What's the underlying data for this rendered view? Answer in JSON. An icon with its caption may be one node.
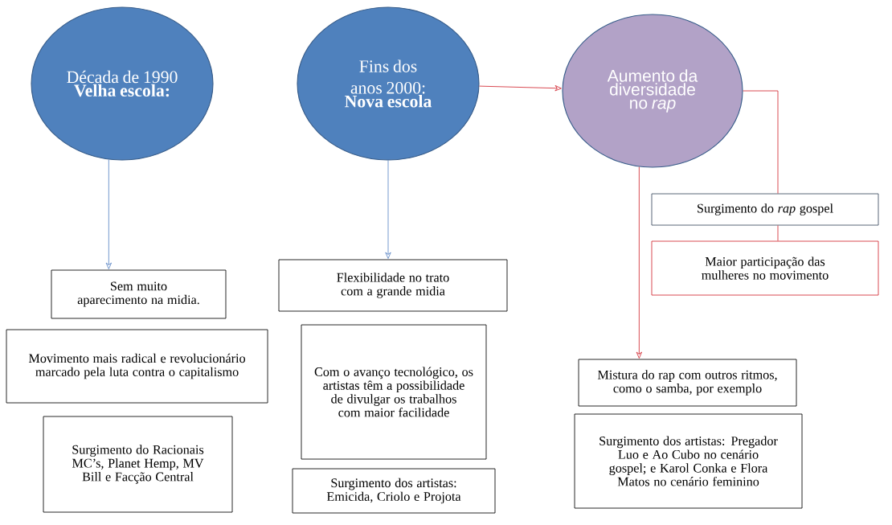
{
  "diagram": {
    "nodes": [
      {
        "text": [
          "Década de 1990",
          "Velha escola:"
        ]
      },
      {
        "text": [
          "Fins dos anos 2000:",
          "Nova escola"
        ]
      },
      {
        "text": [
          "Aumento da diversidade no *rap*"
        ]
      },
      {
        "text": [
          "Sem muito aparecimento na midia."
        ]
      },
      {
        "text": [
          "Movimento mais radical e revolucionário marcado pela luta contra o capitalismo"
        ]
      },
      {
        "text": [
          "Surgimento do Racionais MC’s, Planet Hemp, MV Bill e Facção Central"
        ]
      },
      {
        "text": [
          "Flexibilidade no trato com a grande midia"
        ]
      },
      {
        "text": [
          "Com o avanço tecnológico, os artistas têm a possibilidade de divulgar os trabalhos com maior facilidade"
        ]
      },
      {
        "text": [
          "Surgimento dos artistas: Emicida, Criolo e Projota"
        ]
      },
      {
        "text": [
          "Surgimento do *rap* gospel"
        ]
      },
      {
        "text": [
          "Maior participação das mulheres no movimento"
        ]
      },
      {
        "text": [
          "Mistura do rap com outros ritmos, como o samba, por exemplo"
        ]
      },
      {
        "text": [
          "Surgimento dos artistas: Pregador Luo e Ao Cubo no cenário gospel; e Karol Conka e Flora Matos no cenário feminino"
        ]
      }
    ],
    "edges": [
      {
        "from": 0,
        "to": 3,
        "arrow": "to",
        "color": "#5b86c5"
      },
      {
        "from": 1,
        "to": 6,
        "arrow": "to",
        "color": "#5b86c5"
      },
      {
        "from": 1,
        "to": 2,
        "arrow": "to"
      },
      {
        "from": 2,
        "to": 9,
        "arrow": "none"
      },
      {
        "from": 9,
        "to": 10,
        "arrow": "none"
      },
      {
        "from": 2,
        "to": 11,
        "arrow": "to"
      }
    ]
  }
}
